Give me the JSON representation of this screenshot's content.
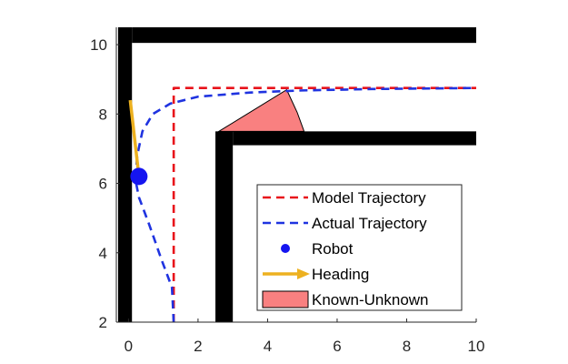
{
  "chart_data": {
    "type": "line",
    "xlim": [
      -0.35,
      10
    ],
    "ylim": [
      2,
      10.5
    ],
    "xticks": [
      0,
      2,
      4,
      6,
      8,
      10
    ],
    "yticks": [
      2,
      4,
      6,
      8,
      10
    ],
    "xtick_labels": [
      "0",
      "2",
      "4",
      "6",
      "8",
      "10"
    ],
    "ytick_labels": [
      "2",
      "4",
      "6",
      "8",
      "10"
    ],
    "grid": false,
    "legend_placement": "bottom-right",
    "walls": [
      {
        "x0": -0.3,
        "x1": 0.1,
        "y0": 2,
        "y1": 10.5
      },
      {
        "x0": 0.1,
        "x1": 10,
        "y0": 10.05,
        "y1": 10.5
      },
      {
        "x0": 2.5,
        "x1": 3.0,
        "y0": 2,
        "y1": 7.5
      },
      {
        "x0": 3.0,
        "x1": 10,
        "y0": 7.1,
        "y1": 7.5
      }
    ],
    "series": [
      {
        "name": "Model Trajectory",
        "color": "#e8131b",
        "style": "dashed",
        "points": [
          [
            1.3,
            2
          ],
          [
            1.3,
            8.75
          ],
          [
            10,
            8.75
          ]
        ]
      },
      {
        "name": "Actual Trajectory",
        "color": "#1f33e0",
        "style": "dashed",
        "points": [
          [
            1.3,
            2
          ],
          [
            1.25,
            3
          ],
          [
            0.95,
            3.8
          ],
          [
            0.6,
            4.8
          ],
          [
            0.3,
            5.6
          ],
          [
            0.2,
            6.1
          ],
          [
            0.25,
            6.8
          ],
          [
            0.4,
            7.5
          ],
          [
            0.7,
            8.0
          ],
          [
            1.2,
            8.3
          ],
          [
            2.0,
            8.5
          ],
          [
            3.5,
            8.62
          ],
          [
            5.0,
            8.68
          ],
          [
            7.0,
            8.72
          ],
          [
            10,
            8.75
          ]
        ]
      }
    ],
    "robot": {
      "name": "Robot",
      "x": 0.3,
      "y": 6.2,
      "color": "#1515f0"
    },
    "heading": {
      "name": "Heading",
      "x0": 0.3,
      "y0": 6.2,
      "x1": 0.05,
      "y1": 8.4,
      "color": "#edb120"
    },
    "known_unknown": {
      "name": "Known-Unknown",
      "color": "#f98080",
      "points": [
        [
          2.6,
          7.5
        ],
        [
          4.55,
          8.7
        ],
        [
          4.85,
          8.05
        ],
        [
          5.05,
          7.5
        ]
      ]
    },
    "legend": [
      "Model Trajectory",
      "Actual Trajectory",
      "Robot",
      "Heading",
      "Known-Unknown"
    ]
  }
}
